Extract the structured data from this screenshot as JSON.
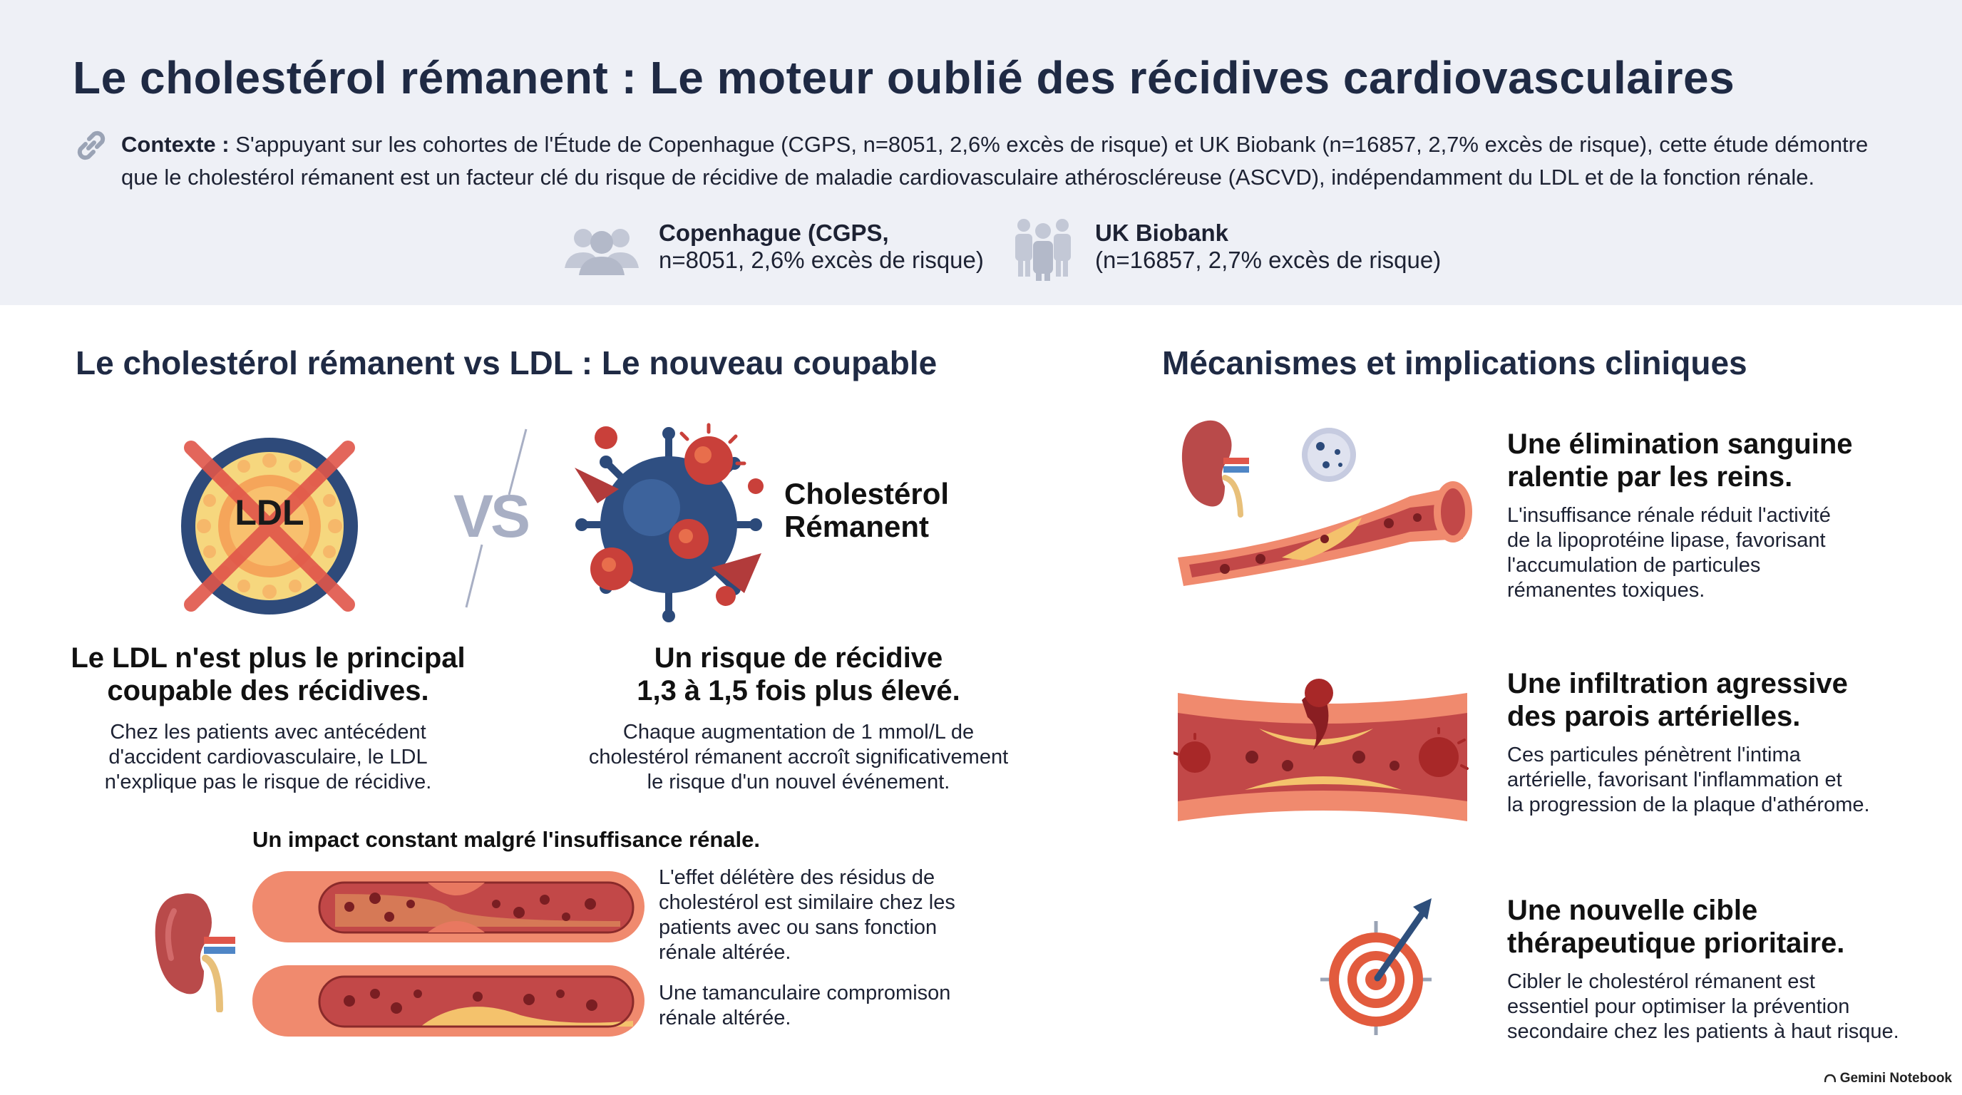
{
  "header": {
    "title": "Le cholestérol rémanent : Le moteur oublié des récidives cardiovasculaires",
    "context_label": "Contexte :",
    "context_text": "S'appuyant sur les cohortes de l'Étude de Copenhague (CGPS, n=8051, 2,6% excès de risque) et UK Biobank (n=16857, 2,7% excès de risque), cette étude démontre que le cholestérol rémanent est un facteur clé du risque de récidive de maladie cardiovasculaire athéroscléreuse (ASCVD), indépendamment du LDL et de la fonction rénale.",
    "cohorts": [
      {
        "name": "Copenhague (CGPS,",
        "detail": "n=8051, 2,6% excès de risque)",
        "icon": "group-icon"
      },
      {
        "name": "UK Biobank",
        "detail": "(n=16857, 2,7% excès de risque)",
        "icon": "people-icon"
      }
    ]
  },
  "left": {
    "section_title": "Le cholestérol rémanent vs LDL : Le nouveau coupable",
    "ldl_badge": "LDL",
    "vs_label": "VS",
    "remnant_label_line1": "Cholestérol",
    "remnant_label_line2": "Rémanent",
    "col1": {
      "heading_line1": "Le LDL n'est plus le principal",
      "heading_line2": "coupable des récidives.",
      "body_line1": "Chez les patients avec antécédent",
      "body_line2": "d'accident cardiovasculaire, le LDL",
      "body_line3": "n'explique pas le risque de récidive."
    },
    "col2": {
      "heading_line1": "Un risque de récidive",
      "heading_line2": "1,3 à 1,5 fois plus élevé.",
      "body_line1": "Chaque augmentation de 1 mmol/L de",
      "body_line2": "cholestérol rémanent accroît significativement",
      "body_line3": "le risque d'un nouvel événement."
    },
    "renal": {
      "heading": "Un impact constant malgré l'insuffisance rénale.",
      "body_line1": "L'effet délétère des résidus de",
      "body_line2": "cholestérol est similaire chez les",
      "body_line3": "patients avec ou sans fonction",
      "body_line4": "rénale altérée.",
      "body2_line1": "Une tamanculaire compromison",
      "body2_line2": "rénale altérée."
    }
  },
  "right": {
    "section_title": "Mécanismes et implications cliniques",
    "items": [
      {
        "heading_line1": "Une élimination sanguine",
        "heading_line2": "ralentie par les reins.",
        "body_line1": "L'insuffisance rénale réduit l'activité",
        "body_line2": "de la lipoprotéine lipase, favorisant",
        "body_line3": "l'accumulation de particules",
        "body_line4": "rémanentes toxiques."
      },
      {
        "heading_line1": "Une infiltration agressive",
        "heading_line2": "des parois artérielles.",
        "body_line1": "Ces particules pénètrent l'intima",
        "body_line2": "artérielle, favorisant l'inflammation et",
        "body_line3": "la progression de la plaque d'athérome."
      },
      {
        "heading_line1": "Une nouvelle cible",
        "heading_line2": "thérapeutique prioritaire.",
        "body_line1": "Cibler le cholestérol rémanent est",
        "body_line2": "essentiel pour optimiser la prévention",
        "body_line3": "secondaire chez les patients à haut risque."
      }
    ]
  },
  "footer": {
    "brand": "Gemini Notebook"
  },
  "colors": {
    "navy": "#1f2a44",
    "header_bg": "#eef0f6",
    "vessel_red": "#d9534f",
    "plaque_yellow": "#f7c65a",
    "virus_dark": "#2c4a7a",
    "target_red": "#e25b3d",
    "accent_blue": "#2e4f7c"
  }
}
